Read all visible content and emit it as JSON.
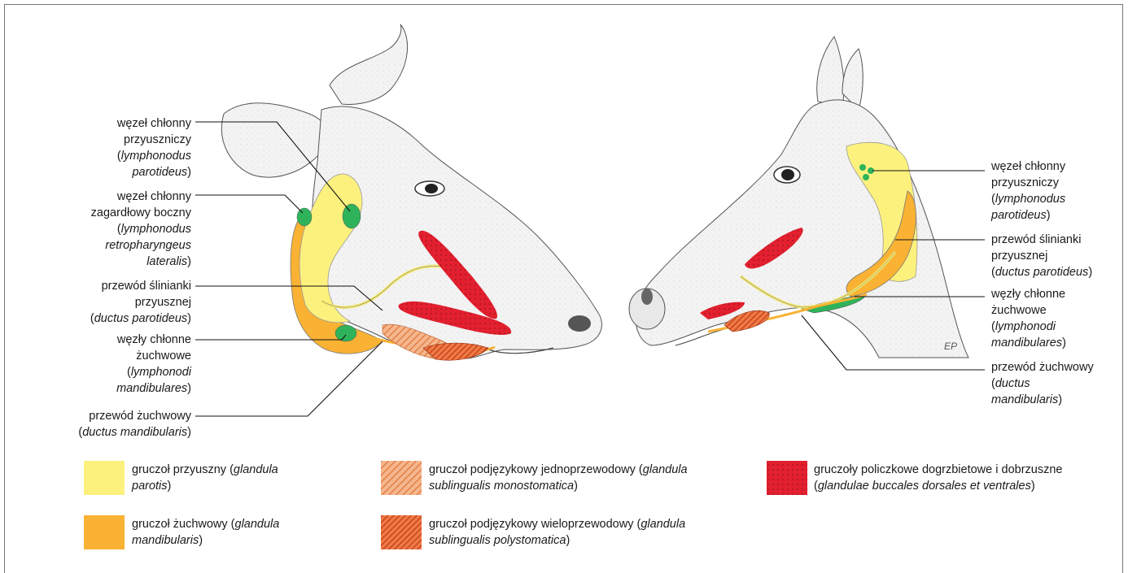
{
  "colors": {
    "parotid": "#fdf17e",
    "mandibular": "#f9b233",
    "sublingual_mono": "#f08a4b",
    "sublingual_poly": "#e25a2b",
    "buccal": "#e2202f",
    "lymph": "#2fb35a",
    "line": "#111111"
  },
  "cow_labels": {
    "parotid_node": {
      "l1": "węzeł chłonny",
      "l2": "przyuszniczy",
      "pre": "(",
      "it": "lymphonodus",
      "l4": "parotideus",
      "post": ")"
    },
    "retro_node": {
      "l1": "węzeł chłonny",
      "l2": "zagardłowy boczny",
      "pre": "(",
      "it": "lymphonodus",
      "l4": "retropharyngeus",
      "l5": "lateralis",
      "post": ")"
    },
    "parotid_duct": {
      "l1": "przewód ślinianki",
      "l2": "przyusznej",
      "pre": "(",
      "it": "ductus parotideus",
      "post": ")"
    },
    "mand_nodes": {
      "l1": "węzły chłonne",
      "l2": "żuchwowe",
      "pre": "(",
      "it": "lymphonodi",
      "l4": "mandibulares",
      "post": ")"
    },
    "mand_duct": {
      "l1": "przewód żuchwowy",
      "pre": "(",
      "it": "ductus mandibularis",
      "post": ")"
    }
  },
  "horse_labels": {
    "parotid_node": {
      "l1": "węzeł chłonny",
      "l2": "przyuszniczy",
      "pre": "(",
      "it": "lymphonodus",
      "l4": "parotideus",
      "post": ")"
    },
    "parotid_duct": {
      "l1": "przewód ślinianki",
      "l2": "przyusznej",
      "pre": "(",
      "it": "ductus parotideus",
      "post": ")"
    },
    "mand_nodes": {
      "l1": "węzły chłonne",
      "l2": "żuchwowe",
      "pre": "(",
      "it": "lymphonodi",
      "l4": "mandibulares",
      "post": ")"
    },
    "mand_duct": {
      "l1": "przewód żuchwowy",
      "pre": "(",
      "it": "ductus",
      "l4": "mandibularis",
      "post": ")"
    }
  },
  "signature": "EP",
  "legend": [
    {
      "pre": "gruczoł przyuszny (",
      "it1": "glandula",
      "it2": "parotis",
      "post": ")"
    },
    {
      "pre": "gruczoł żuchwowy (",
      "it1": "glandula",
      "it2": "mandibularis",
      "post": ")"
    },
    {
      "pre": "gruczoł podjęzykowy jednoprzewodowy (",
      "it1": "glandula",
      "it2": "sublingualis monostomatica",
      "post": ")"
    },
    {
      "pre": "gruczoł podjęzykowy wieloprzewodowy (",
      "it1": "glandula",
      "it2": "sublingualis polystomatica",
      "post": ")"
    },
    {
      "pre": "gruczoły policzkowe dogrzbietowe i dobrzuszne",
      "it1": "",
      "it2": "glandulae buccales dorsales et ventrales",
      "post": ")",
      "pre2": "("
    }
  ]
}
